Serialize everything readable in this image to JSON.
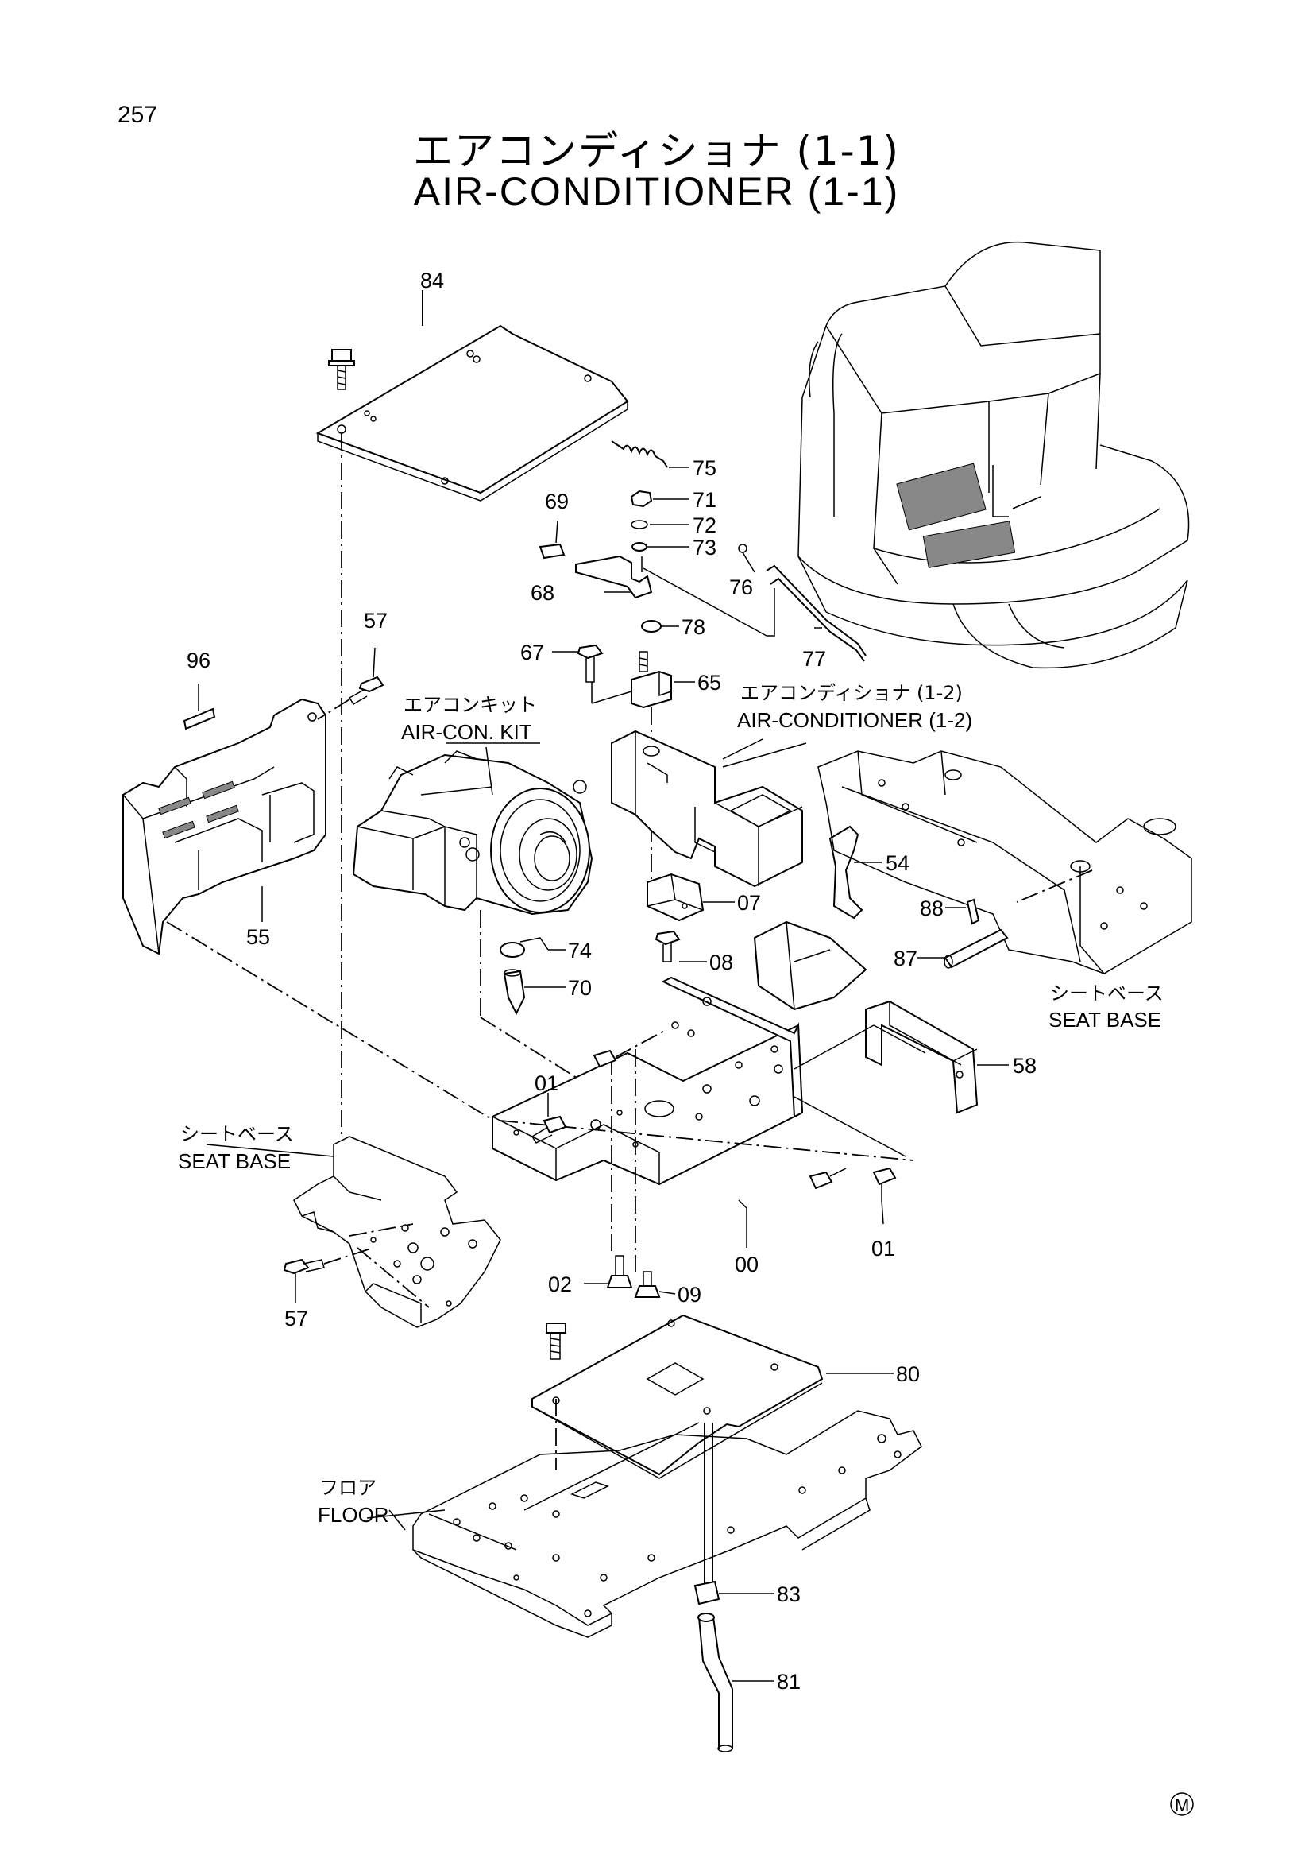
{
  "page_number": "257",
  "title_ja": "エアコンディショナ (1-1)",
  "title_en": "AIR-CONDITIONER (1-1)",
  "refs": {
    "aircon_kit_ja": "エアコンキット",
    "aircon_kit_en": "AIR-CON. KIT",
    "aircon_12_ja": "エアコンディショナ (1-2)",
    "aircon_12_en": "AIR-CONDITIONER (1-2)",
    "seat_base_right_ja": "シートベース",
    "seat_base_right_en": "SEAT BASE",
    "seat_base_left_ja": "シートベース",
    "seat_base_left_en": "SEAT BASE",
    "floor_ja": "フロア",
    "floor_en": "FLOOR"
  },
  "part_numbers": {
    "p84": "84",
    "p75": "75",
    "p71": "71",
    "p72": "72",
    "p73": "73",
    "p69": "69",
    "p68": "68",
    "p76": "76",
    "p78": "78",
    "p77": "77",
    "p57a": "57",
    "p67": "67",
    "p65": "65",
    "p96": "96",
    "p54": "54",
    "p07": "07",
    "p88": "88",
    "p87": "87",
    "p55": "55",
    "p74": "74",
    "p08": "08",
    "p70": "70",
    "p58": "58",
    "p01a": "01",
    "p01b": "01",
    "p00": "00",
    "p02": "02",
    "p09": "09",
    "p57b": "57",
    "p80": "80",
    "p83": "83",
    "p81": "81"
  },
  "footer_mark": "M"
}
